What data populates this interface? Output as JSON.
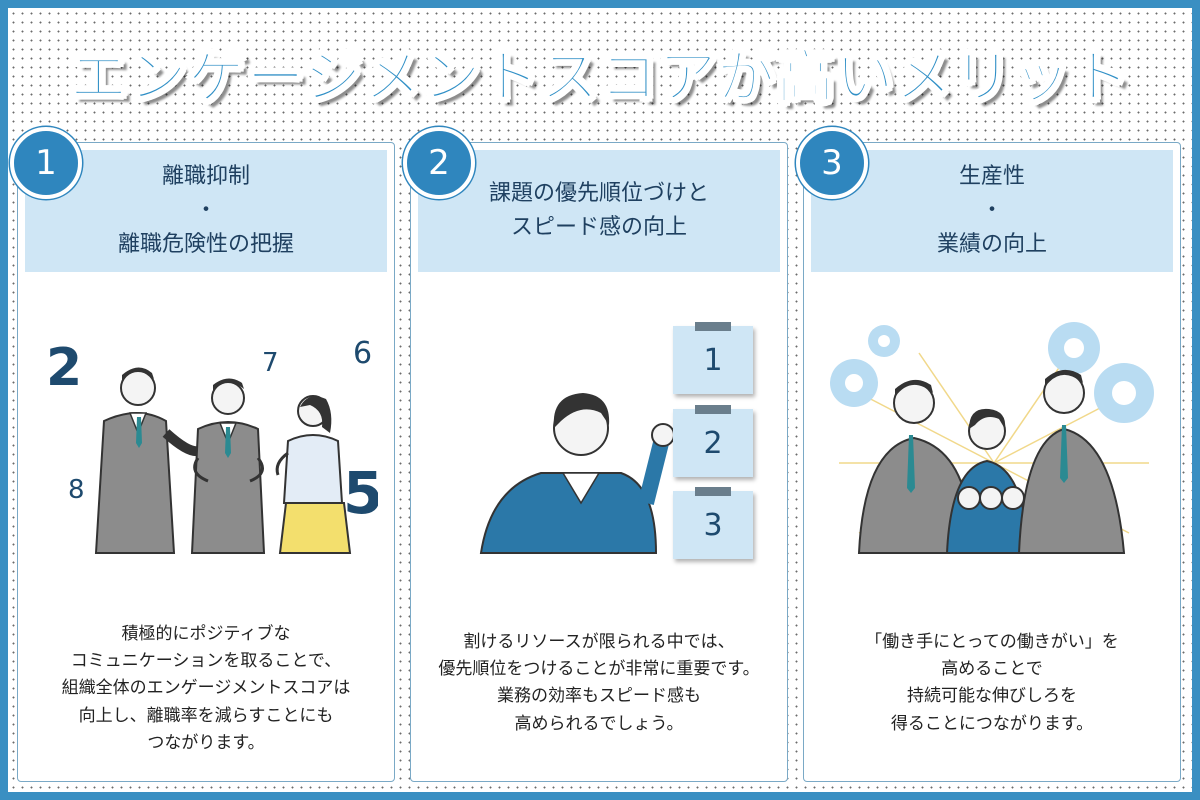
{
  "title": "エンゲージメントスコアが高いメリット",
  "cards": [
    {
      "number": "1",
      "heading": [
        "離職抑制",
        "・",
        "離職危険性の把握"
      ],
      "floating_numbers": [
        "2",
        "7",
        "6",
        "8",
        "5"
      ],
      "description": [
        "積極的にポジティブな",
        "コミュニケーションを取ることで、",
        "組織全体のエンゲージメントスコアは",
        "向上し、離職率を減らすことにも",
        "つながります。"
      ]
    },
    {
      "number": "2",
      "heading": [
        "課題の優先順位づけと",
        "スピード感の向上"
      ],
      "priority_cards": [
        "1",
        "2",
        "3"
      ],
      "description": [
        "割けるリソースが限られる中では、",
        "優先順位をつけることが非常に重要です。",
        "業務の効率もスピード感も",
        "高められるでしょう。"
      ]
    },
    {
      "number": "3",
      "heading": [
        "生産性",
        "・",
        "業績の向上"
      ],
      "description": [
        "「働き手にとっての働きがい」を",
        "高めることで",
        "持続可能な伸びしろを",
        "得ることにつながります。"
      ]
    }
  ],
  "colors": {
    "accent": "#2f86be",
    "header_bg": "#cfe6f5",
    "frame": "#3a8fc2",
    "suit_gray": "#8c8c8c",
    "suit_blue": "#2b78a8",
    "skirt_yellow": "#f3df6d",
    "gear_blue": "#b9dcf2"
  },
  "icons": [
    "people-talking-illustration",
    "woman-pointing-illustration",
    "team-fist-bump-illustration",
    "gear-icon"
  ]
}
